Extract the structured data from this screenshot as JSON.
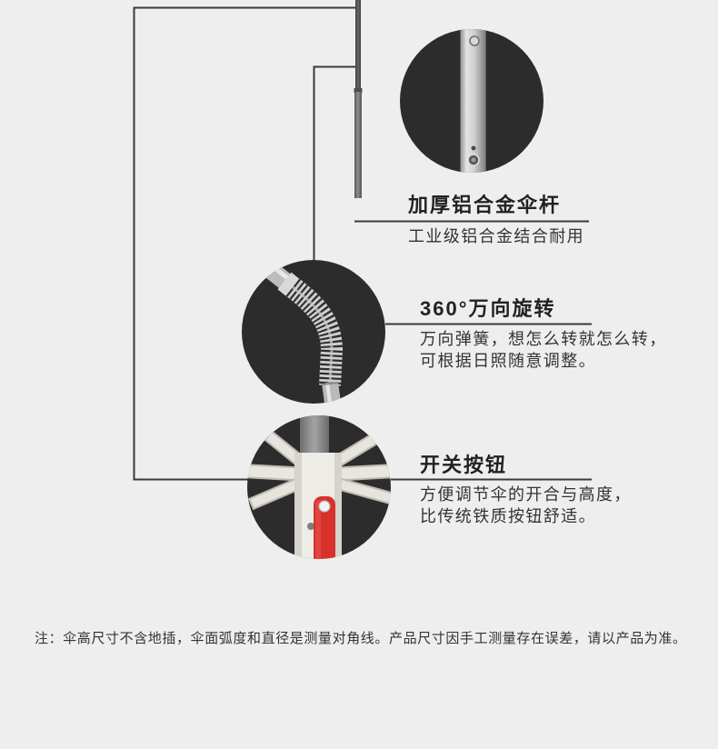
{
  "colors": {
    "background": "#eeeeee",
    "text_primary": "#222222",
    "text_secondary": "#333333",
    "line": "#3a3a3a",
    "circle_background": "#2c2c2c",
    "button_red": "#d6312b"
  },
  "features": [
    {
      "title": "加厚铝合金伞杆",
      "desc": [
        "工业级铝合金结合耐用"
      ]
    },
    {
      "title": "360°万向旋转",
      "desc": [
        "万向弹簧，想怎么转就怎么转，",
        "可根据日照随意调整。"
      ]
    },
    {
      "title": "开关按钮",
      "desc": [
        "方便调节伞的开合与高度，",
        "比传统铁质按钮舒适。"
      ]
    }
  ],
  "note": "注：伞高尺寸不含地插，伞面弧度和直径是测量对角线。产品尺寸因手工测量存在误差，请以产品为准。"
}
